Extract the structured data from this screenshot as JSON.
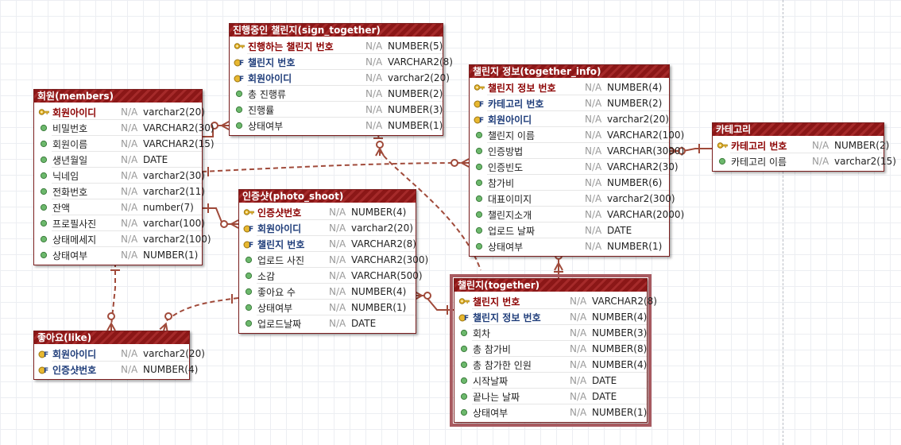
{
  "diagram": {
    "null_marker": "N/A",
    "colors": {
      "title_bg": "#8b1717",
      "title_text": "#ffffff",
      "relation_line": "#a04a3a",
      "primary_key_text": "#8b0000",
      "foreign_key_text": "#1f3d7a",
      "column_icon": "#5aa05a"
    },
    "entities": [
      {
        "key": "members",
        "title": "회원(members)",
        "columns": [
          {
            "name": "회원아이디",
            "type": "varchar2(20)",
            "kind": "pk"
          },
          {
            "name": "비밀번호",
            "type": "VARCHAR2(30)",
            "kind": "col"
          },
          {
            "name": "회원이름",
            "type": "VARCHAR2(15)",
            "kind": "col"
          },
          {
            "name": "생년월일",
            "type": "DATE",
            "kind": "col"
          },
          {
            "name": "닉네임",
            "type": "varchar2(30)",
            "kind": "col"
          },
          {
            "name": "전화번호",
            "type": "varchar2(11)",
            "kind": "col"
          },
          {
            "name": "잔액",
            "type": "number(7)",
            "kind": "col"
          },
          {
            "name": "프로필사진",
            "type": "varchar(100)",
            "kind": "col"
          },
          {
            "name": "상태메세지",
            "type": "varchar2(100)",
            "kind": "col"
          },
          {
            "name": "상태여부",
            "type": "NUMBER(1)",
            "kind": "col"
          }
        ]
      },
      {
        "key": "sign_together",
        "title": "진행중인 챌린지(sign_together)",
        "columns": [
          {
            "name": "진행하는 챌린지 번호",
            "type": "NUMBER(5)",
            "kind": "pk"
          },
          {
            "name": "챌린지 번호",
            "type": "VARCHAR2(8)",
            "kind": "fk"
          },
          {
            "name": "회원아이디",
            "type": "varchar2(20)",
            "kind": "fk"
          },
          {
            "name": "총 진행류",
            "type": "NUMBER(2)",
            "kind": "col"
          },
          {
            "name": "진행률",
            "type": "NUMBER(3)",
            "kind": "col"
          },
          {
            "name": "상태여부",
            "type": "NUMBER(1)",
            "kind": "col"
          }
        ]
      },
      {
        "key": "together_info",
        "title": "챌린지 정보(together_info)",
        "columns": [
          {
            "name": "챌린지 정보 번호",
            "type": "NUMBER(4)",
            "kind": "pk"
          },
          {
            "name": "카테고리 번호",
            "type": "NUMBER(2)",
            "kind": "fk"
          },
          {
            "name": "회원아이디",
            "type": "varchar2(20)",
            "kind": "fk"
          },
          {
            "name": "챌린지 이름",
            "type": "VARCHAR2(100)",
            "kind": "col"
          },
          {
            "name": "인증방법",
            "type": "VARCHAR(3000)",
            "kind": "col"
          },
          {
            "name": "인증빈도",
            "type": "VARCHAR2(30)",
            "kind": "col"
          },
          {
            "name": "참가비",
            "type": "NUMBER(6)",
            "kind": "col"
          },
          {
            "name": "대표이미지",
            "type": "varchar2(300)",
            "kind": "col"
          },
          {
            "name": "챌린지소개",
            "type": "VARCHAR(2000)",
            "kind": "col"
          },
          {
            "name": "업로드 날짜",
            "type": "DATE",
            "kind": "col"
          },
          {
            "name": "상태여부",
            "type": "NUMBER(1)",
            "kind": "col"
          }
        ]
      },
      {
        "key": "category",
        "title": "카테고리",
        "columns": [
          {
            "name": "카테고리 번호",
            "type": "NUMBER(2)",
            "kind": "pk"
          },
          {
            "name": "카테고리 이름",
            "type": "varchar2(15)",
            "kind": "col"
          }
        ]
      },
      {
        "key": "photo_shoot",
        "title": "인증샷(photo_shoot)",
        "columns": [
          {
            "name": "인증샷번호",
            "type": "NUMBER(4)",
            "kind": "pk"
          },
          {
            "name": "회원아이디",
            "type": "varchar2(20)",
            "kind": "fk"
          },
          {
            "name": "챌린지 번호",
            "type": "VARCHAR2(8)",
            "kind": "fk"
          },
          {
            "name": "업로드 사진",
            "type": "VARCHAR2(300)",
            "kind": "col"
          },
          {
            "name": "소감",
            "type": "VARCHAR(500)",
            "kind": "col"
          },
          {
            "name": "좋아요 수",
            "type": "NUMBER(4)",
            "kind": "col"
          },
          {
            "name": "상태여부",
            "type": "NUMBER(1)",
            "kind": "col"
          },
          {
            "name": "업로드날짜",
            "type": "DATE",
            "kind": "col"
          }
        ]
      },
      {
        "key": "like",
        "title": "좋아요(like)",
        "columns": [
          {
            "name": "회원아이디",
            "type": "varchar2(20)",
            "kind": "fk"
          },
          {
            "name": "인증샷번호",
            "type": "NUMBER(4)",
            "kind": "fk"
          }
        ]
      },
      {
        "key": "together",
        "title": "챌린지(together)",
        "columns": [
          {
            "name": "챌린지 번호",
            "type": "VARCHAR2(8)",
            "kind": "pk"
          },
          {
            "name": "챌린지 정보 번호",
            "type": "NUMBER(4)",
            "kind": "fk"
          },
          {
            "name": "회차",
            "type": "NUMBER(3)",
            "kind": "col"
          },
          {
            "name": "총 참가비",
            "type": "NUMBER(8)",
            "kind": "col"
          },
          {
            "name": "총 참가한 인원",
            "type": "NUMBER(4)",
            "kind": "col"
          },
          {
            "name": "시작날짜",
            "type": "DATE",
            "kind": "col"
          },
          {
            "name": "끝나는 날짜",
            "type": "DATE",
            "kind": "col"
          },
          {
            "name": "상태여부",
            "type": "NUMBER(1)",
            "kind": "col"
          }
        ]
      }
    ],
    "relationships": [
      {
        "from": "members",
        "to": "sign_together",
        "style": "solid"
      },
      {
        "from": "members",
        "to": "together_info",
        "style": "dashed"
      },
      {
        "from": "members",
        "to": "photo_shoot",
        "style": "solid"
      },
      {
        "from": "members",
        "to": "like",
        "style": "dashed"
      },
      {
        "from": "photo_shoot",
        "to": "like",
        "style": "dashed"
      },
      {
        "from": "together",
        "to": "photo_shoot",
        "style": "solid"
      },
      {
        "from": "together",
        "to": "sign_together",
        "style": "dashed"
      },
      {
        "from": "together_info",
        "to": "together",
        "style": "solid"
      },
      {
        "from": "category",
        "to": "together_info",
        "style": "solid"
      }
    ]
  }
}
